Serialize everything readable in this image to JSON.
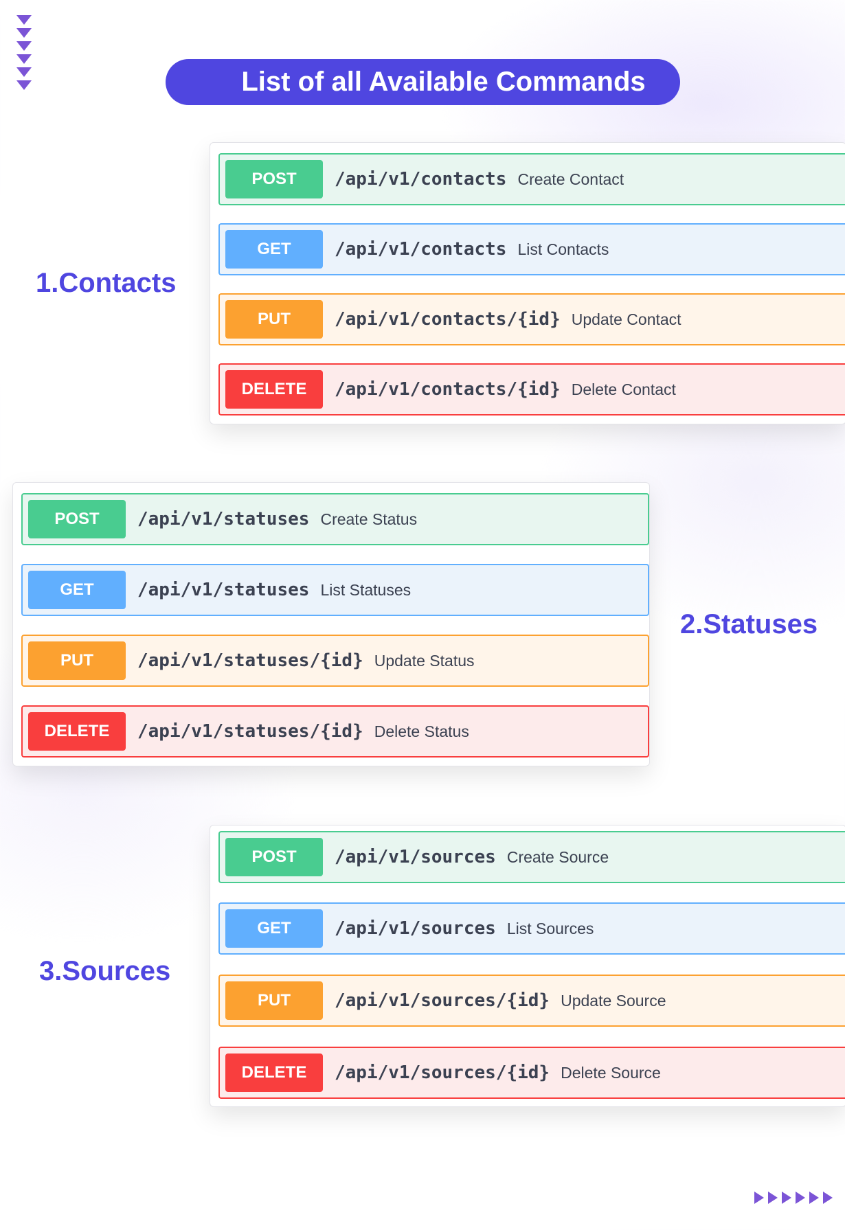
{
  "title": "List of all Available Commands",
  "sections": [
    {
      "label": "1.Contacts",
      "routes": [
        {
          "method": "POST",
          "path": "/api/v1/contacts",
          "desc": "Create Contact"
        },
        {
          "method": "GET",
          "path": "/api/v1/contacts",
          "desc": "List Contacts"
        },
        {
          "method": "PUT",
          "path": "/api/v1/contacts/{id}",
          "desc": "Update Contact"
        },
        {
          "method": "DELETE",
          "path": "/api/v1/contacts/{id}",
          "desc": "Delete Contact"
        }
      ]
    },
    {
      "label": "2.Statuses",
      "routes": [
        {
          "method": "POST",
          "path": "/api/v1/statuses",
          "desc": "Create Status"
        },
        {
          "method": "GET",
          "path": "/api/v1/statuses",
          "desc": "List Statuses"
        },
        {
          "method": "PUT",
          "path": "/api/v1/statuses/{id}",
          "desc": "Update Status"
        },
        {
          "method": "DELETE",
          "path": "/api/v1/statuses/{id}",
          "desc": "Delete Status"
        }
      ]
    },
    {
      "label": "3.Sources",
      "routes": [
        {
          "method": "POST",
          "path": "/api/v1/sources",
          "desc": "Create Source"
        },
        {
          "method": "GET",
          "path": "/api/v1/sources",
          "desc": "List Sources"
        },
        {
          "method": "PUT",
          "path": "/api/v1/sources/{id}",
          "desc": "Update Source"
        },
        {
          "method": "DELETE",
          "path": "/api/v1/sources/{id}",
          "desc": "Delete Source"
        }
      ]
    }
  ],
  "colors": {
    "accent": "#4f46e0",
    "post": "#49cc90",
    "get": "#61affe",
    "put": "#fca130",
    "delete": "#f93e3e"
  },
  "icons": {
    "top_decoration": "chevron-down-icon",
    "bottom_decoration": "chevron-right-icon"
  }
}
